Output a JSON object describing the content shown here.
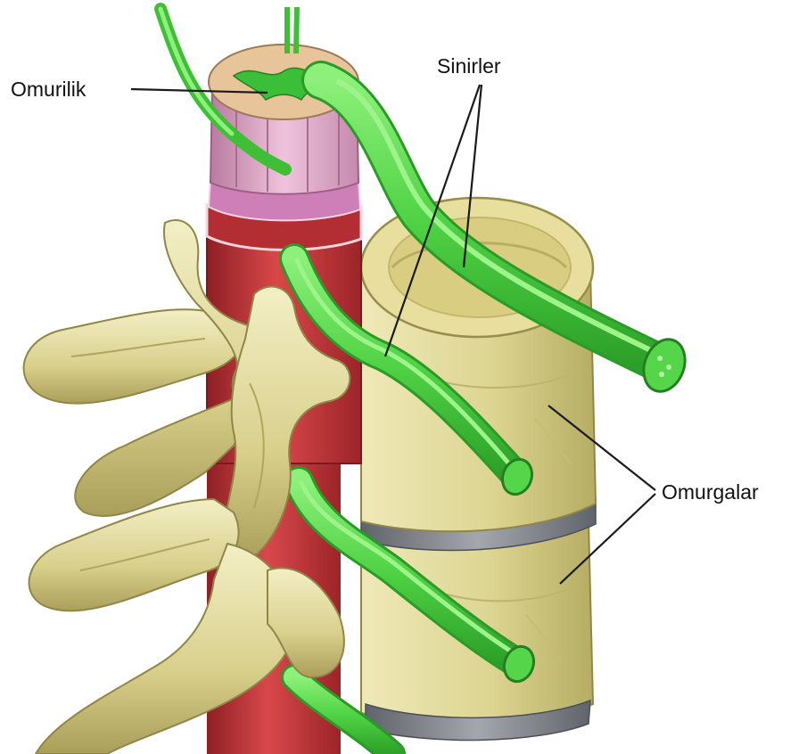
{
  "labels": {
    "spinal_cord": "Omurilik",
    "nerves": "Sinirler",
    "vertebrae": "Omurgalar"
  },
  "colors": {
    "bone": "#dcd58f",
    "bone_light": "#f1ecc0",
    "bone_shadow": "#a79d58",
    "nerve": "#55d64a",
    "nerve_dark": "#2a9b26",
    "cord_red": "#c8373a",
    "cord_pink": "#e3a9c7",
    "disc": "#7c7f86",
    "leader_line": "#1a1a1a"
  }
}
